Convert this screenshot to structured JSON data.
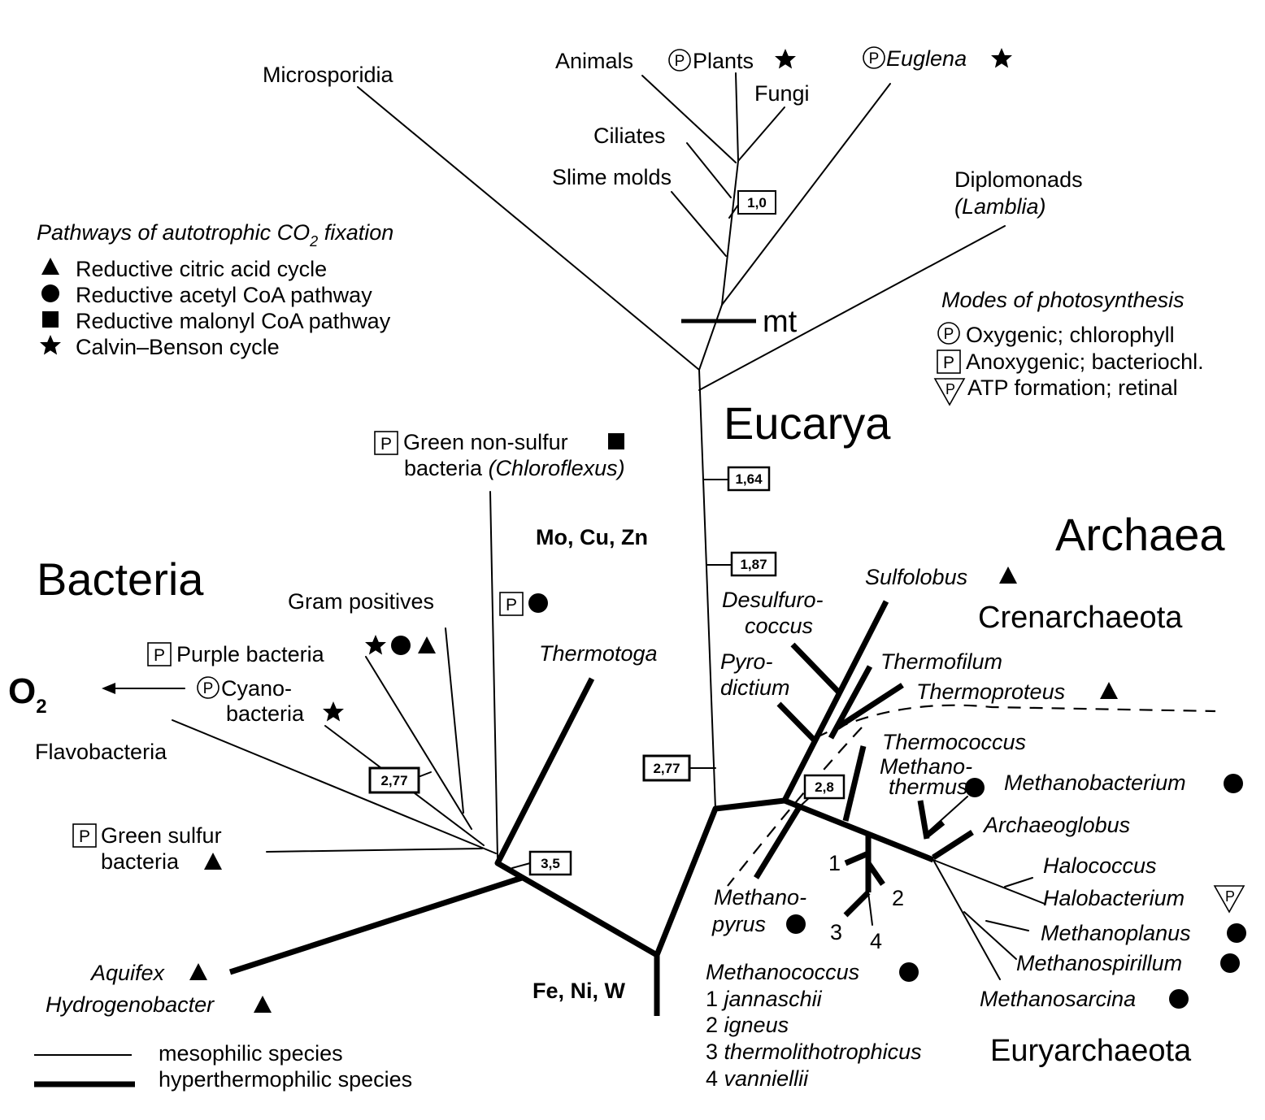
{
  "domains": {
    "eucarya": "Eucarya",
    "archaea": "Archaea",
    "bacteria": "Bacteria",
    "crenarchaeota": "Crenarchaeota",
    "euryarchaeota": "Euryarchaeota"
  },
  "pathways_legend": {
    "title": "Pathways of autotrophic CO",
    "title_sub": "2",
    "title_tail": " fixation",
    "items": [
      {
        "symbol": "triangle",
        "label": "Reductive citric acid cycle"
      },
      {
        "symbol": "circle",
        "label": "Reductive acetyl CoA pathway"
      },
      {
        "symbol": "square",
        "label": "Reductive malonyl CoA pathway"
      },
      {
        "symbol": "star",
        "label": "Calvin–Benson cycle"
      }
    ]
  },
  "photosynthesis_legend": {
    "title": "Modes of photosynthesis",
    "items": [
      {
        "symbol": "P-circle",
        "label": "Oxygenic; chlorophyll"
      },
      {
        "symbol": "P-square",
        "label": "Anoxygenic; bacteriochl."
      },
      {
        "symbol": "P-triangle",
        "label": "ATP formation; retinal"
      }
    ]
  },
  "line_legend": {
    "thin": "mesophilic species",
    "thick": "hyperthermophilic species"
  },
  "taxa": {
    "microsporidia": "Microsporidia",
    "animals": "Animals",
    "plants": "Plants",
    "fungi": "Fungi",
    "euglena": "Euglena",
    "ciliates": "Ciliates",
    "slime_molds": "Slime molds",
    "diplomonads": "Diplomonads",
    "lamblia": "(Lamblia)",
    "green_nonsulfur_1": "Green non-sulfur",
    "green_nonsulfur_2": "bacteria ",
    "chloroflexus": "(Chloroflexus)",
    "gram_positives": "Gram positives",
    "purple_bacteria": "Purple bacteria",
    "cyano_1": "Cyano-",
    "cyano_2": "bacteria",
    "flavobacteria": "Flavobacteria",
    "green_sulfur_1": "Green sulfur",
    "green_sulfur_2": "bacteria",
    "thermotoga": "Thermotoga",
    "aquifex": "Aquifex",
    "hydrogenobacter": "Hydrogenobacter",
    "sulfolobus": "Sulfolobus",
    "desulfuro_1": "Desulfuro-",
    "desulfuro_2": "coccus",
    "pyro_1": "Pyro-",
    "pyro_2": "dictium",
    "thermofilum": "Thermofilum",
    "thermoproteus": "Thermoproteus",
    "thermococcus": "Thermococcus",
    "methanothermus_1": "Methano-",
    "methanothermus_2": "thermus",
    "methanobacterium": "Methanobacterium",
    "archaeoglobus": "Archaeoglobus",
    "halococcus": "Halococcus",
    "halobacterium": "Halobacterium",
    "methanoplanus": "Methanoplanus",
    "methanospirillum": "Methanospirillum",
    "methanosarcina": "Methanosarcina",
    "methanopyrus_1": "Methano-",
    "methanopyrus_2": "pyrus",
    "methanococcus": "Methanococcus",
    "mc_1": "1 jannaschii",
    "mc_2": "2 igneus",
    "mc_3": "3 thermolithotrophicus",
    "mc_4": "4 vanniellii"
  },
  "branch_numbers": {
    "n1": "1",
    "n2": "2",
    "n3": "3",
    "n4": "4"
  },
  "metals": {
    "top": "Mo, Cu, Zn",
    "bottom": "Fe, Ni, W"
  },
  "oxygen": {
    "label": "O",
    "sub": "2"
  },
  "mt": "mt",
  "p_letter": "P",
  "boxes": {
    "b10": "1,0",
    "b164": "1,64",
    "b187": "1,87",
    "b277_root": "2,77",
    "b277_bact": "2,77",
    "b28": "2,8",
    "b35": "3,5"
  }
}
